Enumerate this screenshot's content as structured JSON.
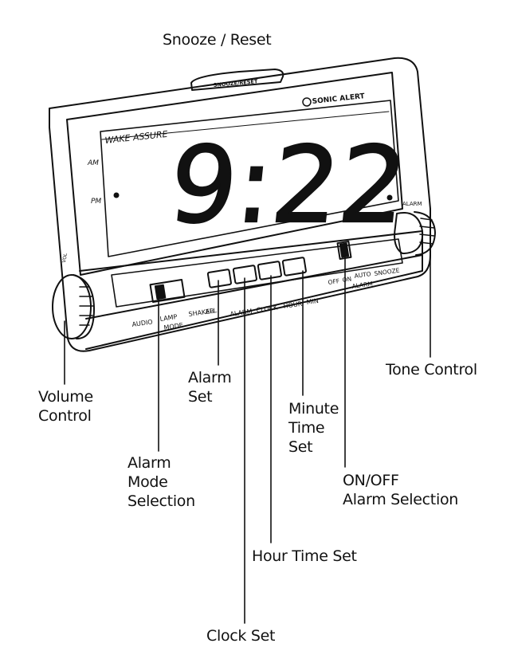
{
  "device": {
    "brand": "SONIC ALERT",
    "brand_line": "WAKE ASSURE",
    "display": {
      "time": "9:22",
      "am_label": "AM",
      "pm_label": "PM",
      "alarm_indicator": "ALARM"
    },
    "top_button_label": "SNOOZE/RESET",
    "vol_label": "VOL",
    "mode_labels": [
      "AUDIO",
      "LAMP",
      "SHAKER",
      "ALL"
    ],
    "mode_title": "MODE",
    "button_labels": [
      "ALARM",
      "CLOCK",
      "HOUR",
      "MIN"
    ],
    "alarm_switch_labels": [
      "OFF",
      "ON",
      "AUTO",
      "SNOOZE"
    ],
    "alarm_switch_title": "ALARM"
  },
  "callouts": {
    "snooze_reset": "Snooze / Reset",
    "tone_control": "Tone Control",
    "volume_control": [
      "Volume",
      "Control"
    ],
    "alarm_set": [
      "Alarm",
      "Set"
    ],
    "minute_time_set": [
      "Minute",
      "Time",
      "Set"
    ],
    "alarm_mode_selection": [
      "Alarm",
      "Mode",
      "Selection"
    ],
    "on_off_alarm_selection": [
      "ON/OFF",
      "Alarm Selection"
    ],
    "hour_time_set": "Hour Time Set",
    "clock_set": "Clock Set"
  }
}
